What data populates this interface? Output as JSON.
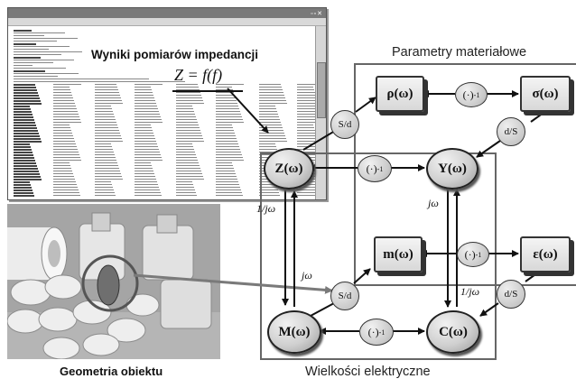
{
  "window": {
    "heading": "Wyniki pomiarów impedancji",
    "formula": "Z = f(f)"
  },
  "photo": {
    "caption": "Geometria obiektu"
  },
  "groups": {
    "material": "Parametry materiałowe",
    "electrical": "Wielkości elektryczne"
  },
  "nodes": {
    "Z": "Z(ω)",
    "Y": "Y(ω)",
    "M": "M(ω)",
    "C": "C(ω)",
    "rho": "ρ(ω)",
    "sigma": "σ(ω)",
    "m": "m(ω)",
    "eps": "ε(ω)"
  },
  "operators": {
    "inverse_base": "(·)",
    "inverse_exp": "-1"
  },
  "badges": {
    "s_over_d": "S/d",
    "d_over_s": "d/S"
  },
  "edge_labels": {
    "one_over_jw": "1/jω",
    "jw": "jω"
  },
  "colors": {
    "frame": "#666666",
    "arrow": "#111111",
    "link_gray": "#808080",
    "node_fill": "#cfcfcf"
  }
}
